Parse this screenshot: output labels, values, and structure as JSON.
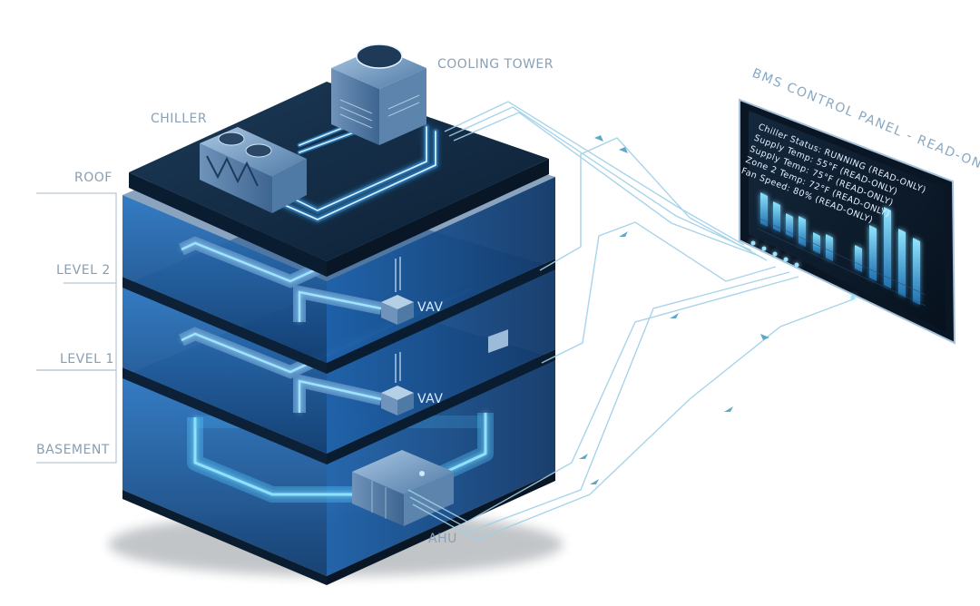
{
  "levels": {
    "roof": "ROOF",
    "level2": "LEVEL 2",
    "level1": "LEVEL 1",
    "basement": "BASEMENT"
  },
  "equipment": {
    "chiller": "CHILLER",
    "cooling_tower": "COOLING TOWER",
    "vav_level2": "VAV",
    "vav_level1": "VAV",
    "ahu": "AHU"
  },
  "panel": {
    "title": "BMS CONTROL PANEL - READ-ONLY",
    "lines": [
      "Chiller Status: RUNNING (READ-ONLY)",
      "Supply Temp: 55°F (READ-ONLY)",
      "Supply Temp: 75°F (READ-ONLY)",
      "Zone 2 Temp: 72°F (READ-ONLY)",
      "Fan Speed: 80% (READ-ONLY)"
    ]
  },
  "colors": {
    "building_dark": "#0d2236",
    "building_glass": "#1a5aa0",
    "duct_glow": "#52c8ff",
    "pipe_glow": "#3aa8ff",
    "wire": "#9fd0e8",
    "panel_bg": "#0a1726"
  }
}
